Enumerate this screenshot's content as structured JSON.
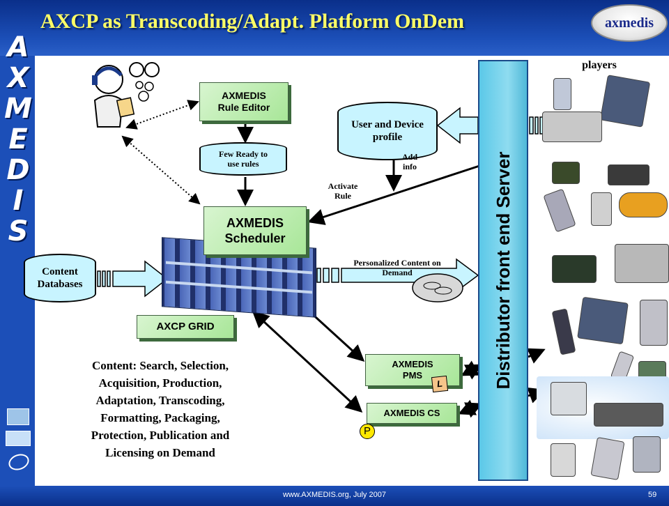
{
  "slide": {
    "title": "AXCP as Transcoding/Adapt. Platform OnDem",
    "logo_text": "axmedis",
    "side_letters": [
      "A",
      "X",
      "M",
      "E",
      "D",
      "I",
      "S"
    ],
    "footer": "www.AXMEDIS.org, July 2007",
    "page_number": "59"
  },
  "diagram": {
    "rule_editor": [
      "AXMEDIS",
      "Rule Editor"
    ],
    "few_ready": [
      "Few Ready to",
      "use rules"
    ],
    "scheduler": [
      "AXMEDIS",
      "Scheduler"
    ],
    "grid": "AXCP GRID",
    "content_db": [
      "Content",
      "Databases"
    ],
    "user_profile": [
      "User and Device",
      "profile"
    ],
    "add_info": [
      "Add",
      "info"
    ],
    "activate_rule": [
      "Activate",
      "Rule"
    ],
    "personalized": [
      "Personalized Content on",
      "Demand"
    ],
    "pms": [
      "AXMEDIS",
      "PMS"
    ],
    "pms_badge": "L",
    "cs": "AXMEDIS CS",
    "cs_badge": "P",
    "distributor": "Distributor front end Server",
    "players": "players",
    "description": [
      "Content: Search, Selection,",
      "Acquisition, Production,",
      "Adaptation, Transcoding,",
      "Formatting, Packaging,",
      "Protection, Publication and",
      "Licensing on Demand"
    ]
  },
  "colors": {
    "header_blue": "#1c4fb8",
    "title_yellow": "#ffff66",
    "box_green": "#a8e698",
    "cylinder_cyan": "#c8f4ff",
    "distributor_cyan": "#5bc8e8"
  }
}
